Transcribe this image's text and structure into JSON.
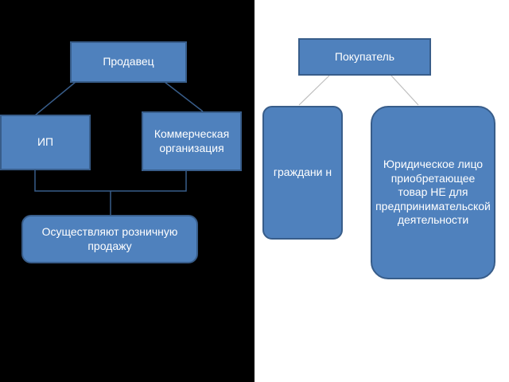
{
  "left": {
    "seller": "Продавец",
    "ip": "ИП",
    "commercial_org": "Коммерческая организация",
    "retail": "Осуществляют розничную продажу"
  },
  "right": {
    "buyer": "Покупатель",
    "citizen": "граждани н",
    "legal_entity": "Юридическое лицо приобретающее товар НЕ для предприниматель­ской деятельности"
  },
  "colors": {
    "box_fill": "#4f81bd",
    "box_border": "#385d8a",
    "left_background": "#000000",
    "right_background": "#ffffff"
  }
}
